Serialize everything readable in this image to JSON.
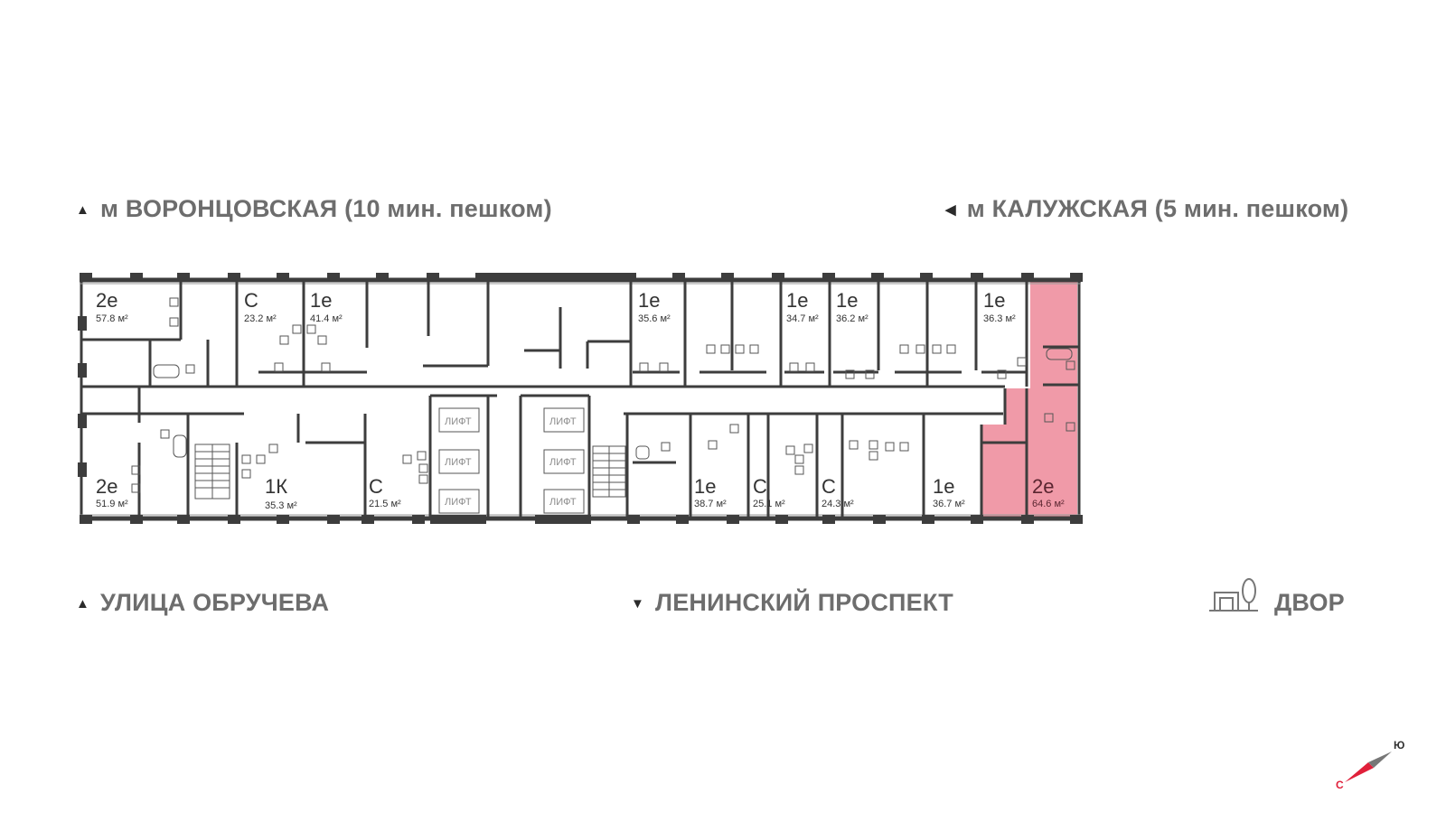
{
  "directions": {
    "top_left": "м ВОРОНЦОВСКАЯ  (10 мин. пешком)",
    "top_right": "м КАЛУЖСКАЯ (5 мин. пешком)",
    "bottom_left": "УЛИЦА ОБРУЧЕВА",
    "bottom_center": "ЛЕНИНСКИЙ ПРОСПЕКТ",
    "bottom_right": "ДВОР"
  },
  "apartments": [
    {
      "type": "2е",
      "area": "57.8 м²"
    },
    {
      "type": "С",
      "area": "23.2 м²"
    },
    {
      "type": "1е",
      "area": "41.4 м²"
    },
    {
      "type": "1е",
      "area": "35.6 м²"
    },
    {
      "type": "1е",
      "area": "34.7 м²"
    },
    {
      "type": "1е",
      "area": "36.2 м²"
    },
    {
      "type": "1е",
      "area": "36.3 м²"
    },
    {
      "type": "2е",
      "area": "51.9 м²"
    },
    {
      "type": "1К",
      "area": "35.3 м²"
    },
    {
      "type": "С",
      "area": "21.5 м²"
    },
    {
      "type": "1е",
      "area": "38.7 м²"
    },
    {
      "type": "С",
      "area": "25.1 м²"
    },
    {
      "type": "С",
      "area": "24.3 м²"
    },
    {
      "type": "1е",
      "area": "36.7 м²"
    },
    {
      "type": "2е",
      "area": "64.6 м²"
    }
  ],
  "lifts": [
    "ЛИФТ",
    "ЛИФТ",
    "ЛИФТ",
    "ЛИФТ",
    "ЛИФТ",
    "ЛИФТ"
  ],
  "compass": {
    "north": "С",
    "south": "Ю"
  },
  "colors": {
    "highlight": "#f09aa8",
    "wall": "#3d3d3d",
    "compass_red": "#e0203a"
  }
}
